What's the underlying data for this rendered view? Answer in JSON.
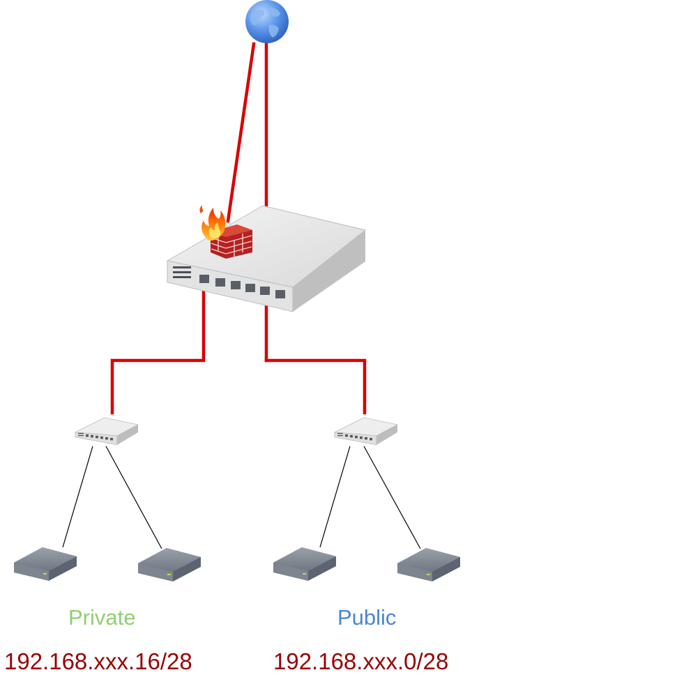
{
  "networks": {
    "private": {
      "name": "Private",
      "cidr": "192.168.xxx.16/28"
    },
    "public": {
      "name": "Public",
      "cidr": "192.168.xxx.0/28"
    }
  },
  "colors": {
    "uplink": "#d90000",
    "access_link": "#000000",
    "private_label": "#8fcf73",
    "public_label": "#4a86d4",
    "cidr_label": "#990000"
  },
  "icons": [
    "globe-icon",
    "firewall-icon",
    "router-icon",
    "switch-icon",
    "server-icon"
  ]
}
